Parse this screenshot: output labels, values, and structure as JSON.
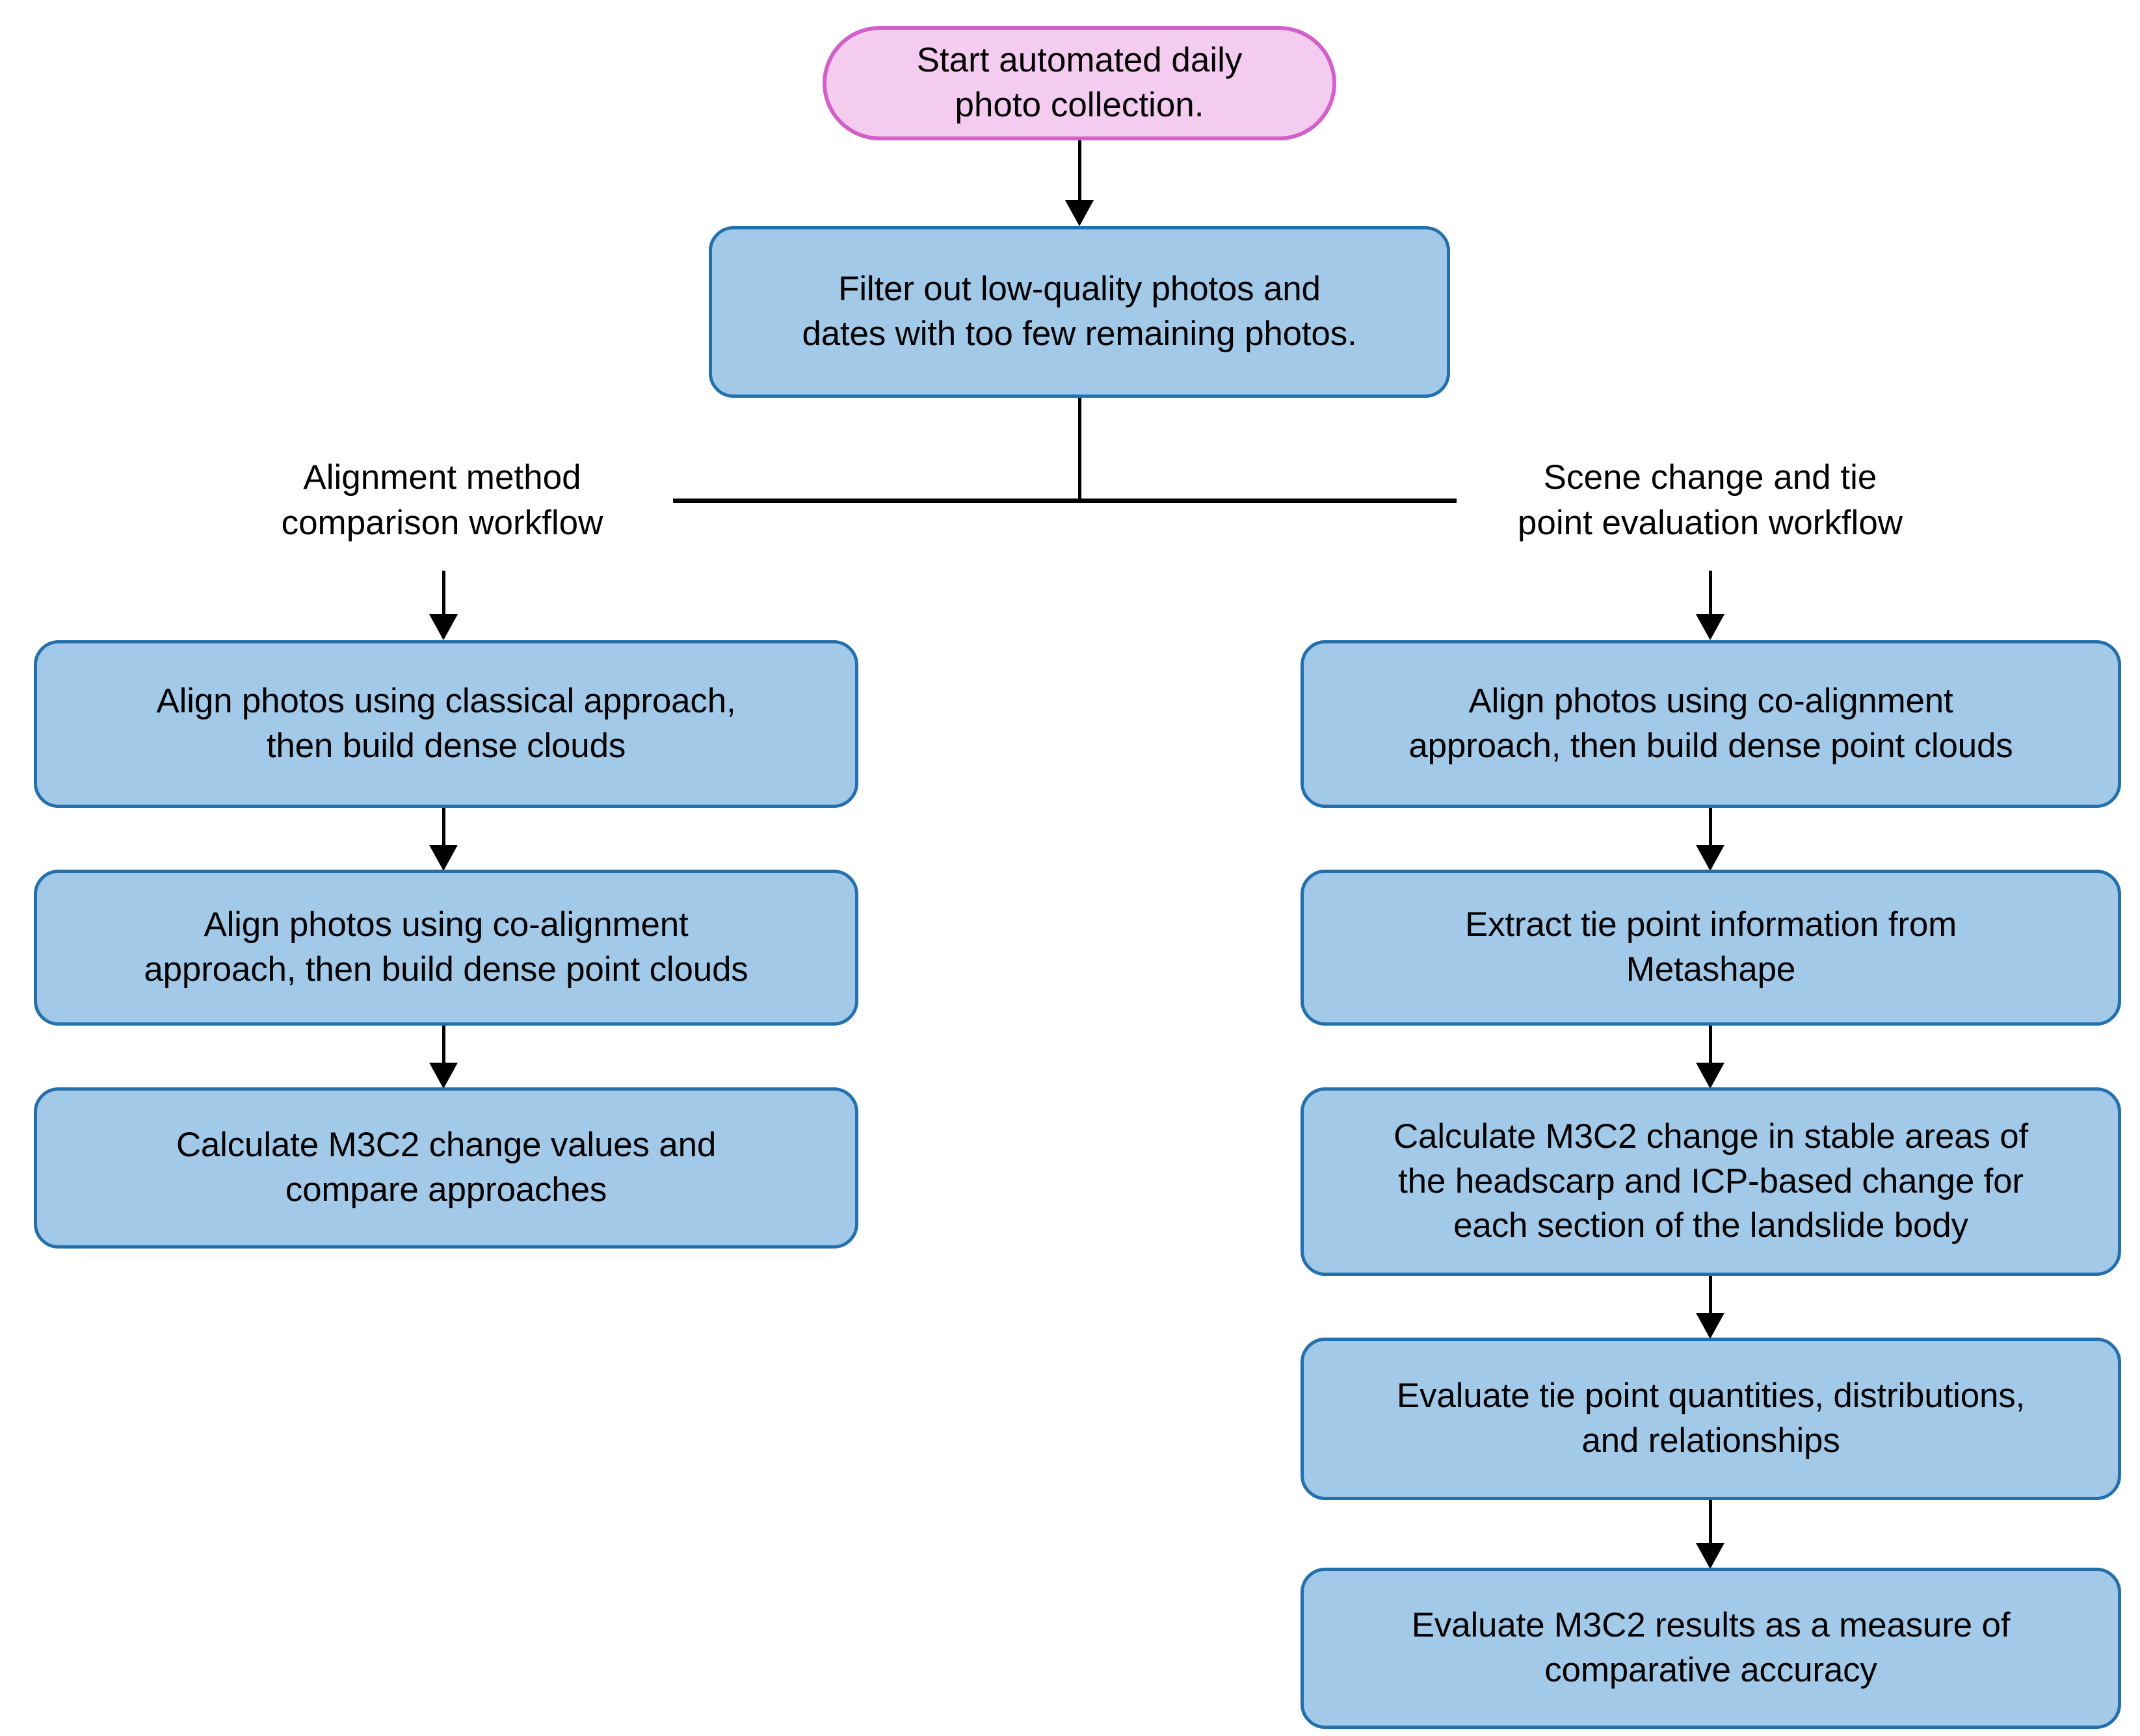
{
  "diagram": {
    "title": "Photogrammetry workflow flowchart",
    "colors": {
      "process_fill": "#a3c9e9",
      "process_stroke": "#2370ad",
      "start_fill": "#f4ccef",
      "start_stroke": "#d160c8",
      "connector": "#000000",
      "background": "#ffffff",
      "text": "#000000"
    },
    "start_node": {
      "label": "Start automated daily\nphoto collection.",
      "shape": "stadium"
    },
    "filter_node": {
      "label": "Filter out low-quality photos and\ndates with too few remaining photos.",
      "shape": "rounded-rect"
    },
    "branches": [
      {
        "id": "left",
        "caption": "Alignment method\ncomparison workflow",
        "steps": [
          {
            "label": "Align photos using classical approach,\nthen build dense clouds"
          },
          {
            "label": "Align photos using co-alignment\napproach, then build dense point clouds"
          },
          {
            "label": "Calculate M3C2 change values and\ncompare approaches"
          }
        ]
      },
      {
        "id": "right",
        "caption": "Scene change and tie\npoint evaluation workflow",
        "steps": [
          {
            "label": "Align photos using co-alignment\napproach, then build dense point clouds"
          },
          {
            "label": "Extract tie point information from\nMetashape"
          },
          {
            "label": "Calculate M3C2 change in stable areas of\nthe headscarp and ICP-based change for\neach section of the landslide body"
          },
          {
            "label": "Evaluate tie point quantities, distributions,\nand relationships"
          },
          {
            "label": "Evaluate M3C2 results as a measure of\ncomparative accuracy"
          }
        ]
      }
    ]
  }
}
